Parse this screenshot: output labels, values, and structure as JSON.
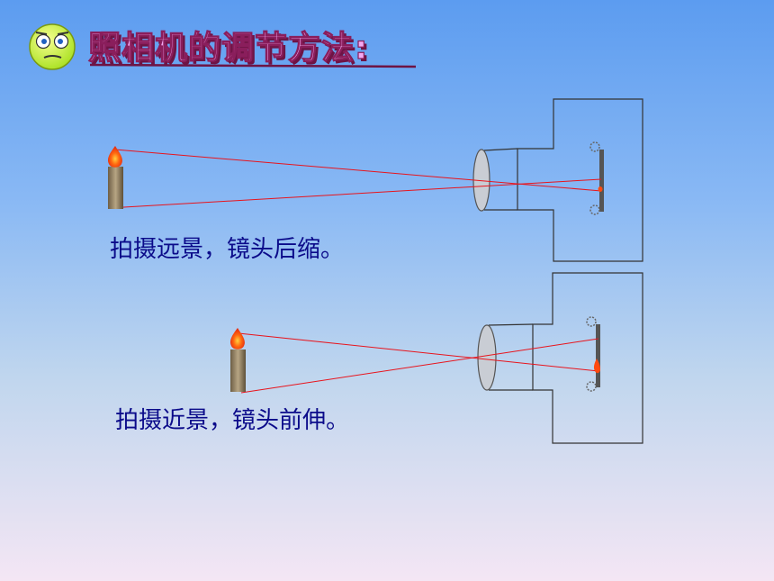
{
  "header": {
    "title": "照相机的调节方法:",
    "emoji_icon": "confused-face-icon"
  },
  "captions": {
    "far": "拍摄远景，镜头后缩。",
    "near": "拍摄近景，镜头前伸。"
  },
  "colors": {
    "ray": "#e8141c",
    "flame": "#ff4a10",
    "candle": "#8c7a5c",
    "lens": "#c9cdd4",
    "film": "#555555",
    "title_fill": "#f2a8f0",
    "title_outline": "#8a1e5c",
    "caption": "#0b0b8a"
  }
}
